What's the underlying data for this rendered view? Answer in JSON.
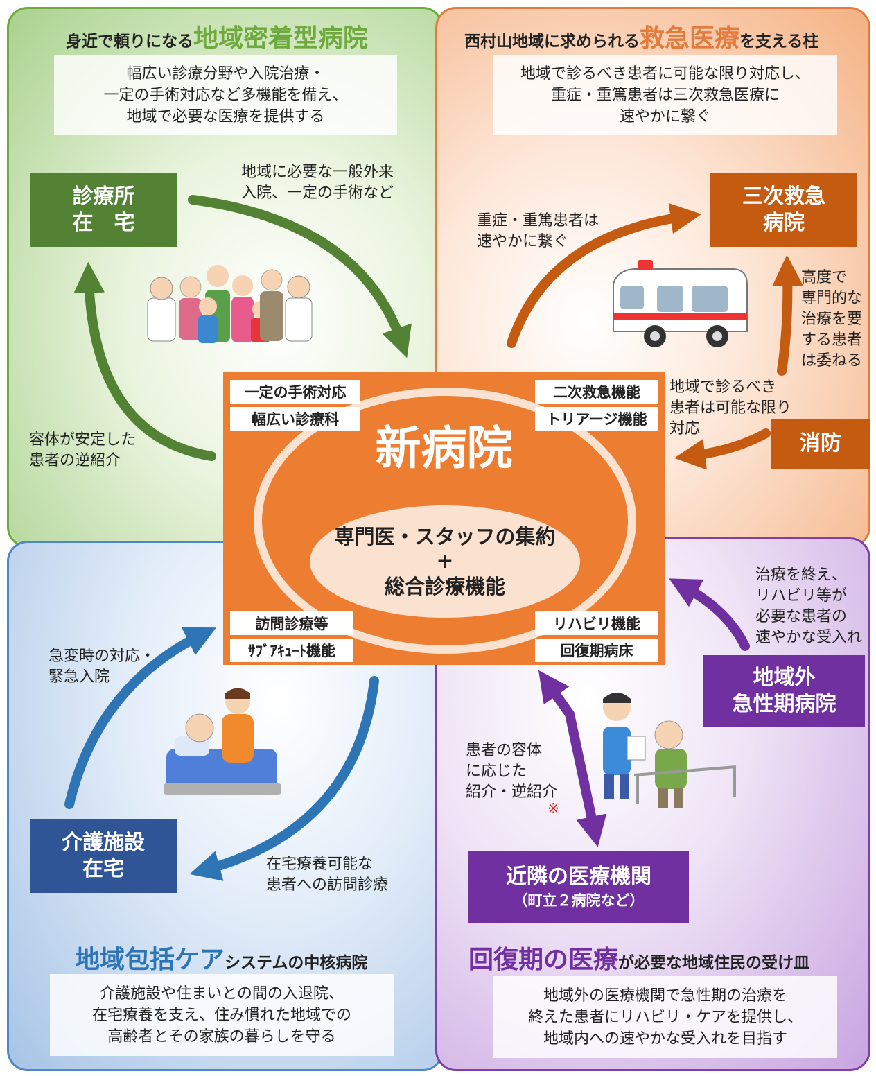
{
  "quadrants": {
    "community": {
      "title_pre": "身近で頼りになる",
      "title_main": "地域密着型病院",
      "description": "幅広い診療分野や入院治療・\n一定の手術対応など多機能を備え、\n地域で必要な医療を提供する",
      "box": "診療所\n在　宅",
      "arrow_out_label": "地域に必要な一般外来\n入院、一定の手術など",
      "arrow_back_label": "容体が安定した\n患者の逆紹介",
      "color": "#6faa3e",
      "accent": "#548235"
    },
    "emergency": {
      "title_pre": "西村山地域に求められる",
      "title_main": "救急医療",
      "title_post": "を支える柱",
      "description": "地域で診るべき患者に可能な限り対応し、\n重症・重篤患者は三次救急医療に\n速やかに繋ぐ",
      "box_tertiary": "三次救急\n病院",
      "box_fire": "消防",
      "label_transfer": "重症・重篤患者は\n速やかに繋ぐ",
      "label_entrust": "高度で\n専門的な\n治療を要\nする患者\nは委ねる",
      "label_fire": "地域で診るべき\n患者は可能な限り\n対応",
      "color": "#e27b3b",
      "accent": "#c55a11"
    },
    "care": {
      "title_main": "地域包括ケア",
      "title_post": "システムの中核病院",
      "description": "介護施設や住まいとの間の入退院、\n在宅療養を支え、住み慣れた地域での\n高齢者とその家族の暮らしを守る",
      "box": "介護施設\n在宅",
      "label_emergency": "急変時の対応・\n緊急入院",
      "label_home": "在宅療養可能な\n患者への訪問診療",
      "color": "#4f86c6",
      "accent": "#2f5597"
    },
    "recovery": {
      "title_main": "回復期の医療",
      "title_post": "が必要な地域住民の受け皿",
      "description": "地域外の医療機関で急性期の治療を\n終えた患者にリハビリ・ケアを提供し、\n地域内への速やかな受入れを目指す",
      "box_external": "地域外\n急性期病院",
      "box_nearby": "近隣の医療機関",
      "box_nearby_sub": "（町立２病院など）",
      "label_external": "治療を終え、\nリハビリ等が\n必要な患者の\n速やかな受入れ",
      "label_nearby": "患者の容体\nに応じた\n紹介・逆紹介",
      "asterisk": "※",
      "color": "#7e3fa8",
      "accent": "#7030a0"
    }
  },
  "center": {
    "title": "新病院",
    "core_line1": "専門医・スタッフの集約",
    "core_plus": "+",
    "core_line2": "総合診療機能",
    "tags": {
      "surgery": "一定の手術対応",
      "departments": "幅広い診療科",
      "secondary": "二次救急機能",
      "triage": "トリアージ機能",
      "visiting": "訪問診療等",
      "subacute": "ｻﾌﾞｱｷｭｰﾄ機能",
      "rehab": "リハビリ機能",
      "convalescent": "回復期病床"
    },
    "color": "#ed7d31"
  }
}
